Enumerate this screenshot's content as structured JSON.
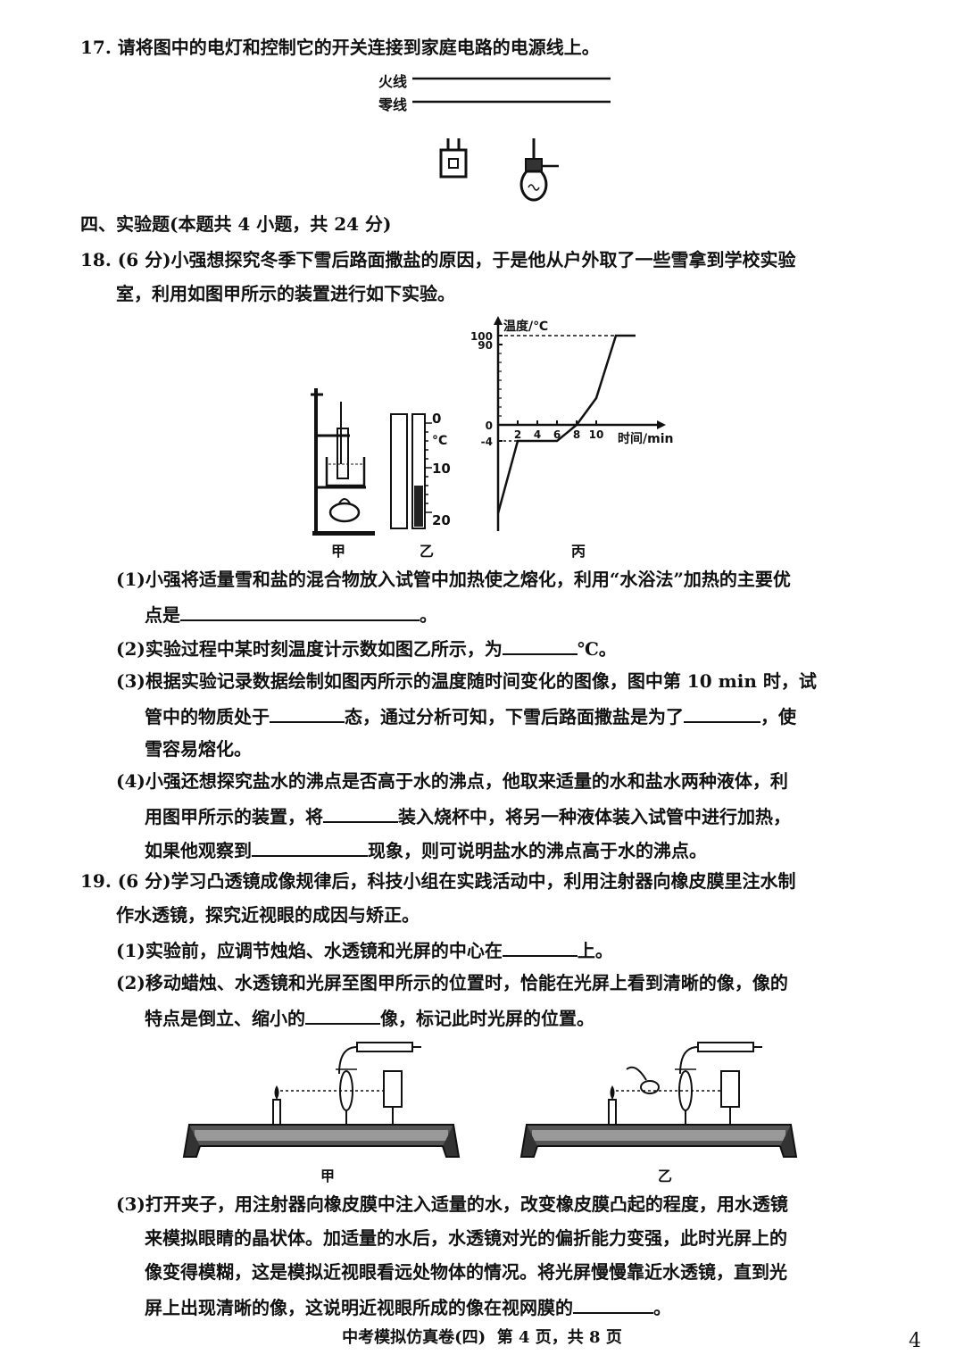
{
  "q17": {
    "text": "17. 请将图中的电灯和控制它的开关连接到家庭电路的电源线上。",
    "live_wire": "火线",
    "neutral_wire": "零线"
  },
  "section4": {
    "heading": "四、实验题(本题共 4 小题，共 24 分)"
  },
  "q18": {
    "line1": "18. (6 分)小强想探究冬季下雪后路面撒盐的原因，于是他从户外取了一些雪拿到学校实验",
    "line2": "室，利用如图甲所示的装置进行如下实验。",
    "fig_labels": {
      "jia": "甲",
      "yi": "乙",
      "bing": "丙"
    },
    "thermometer": {
      "t0": "0",
      "unit": "°C",
      "t10": "10",
      "t20": "20"
    },
    "p1_a": "(1)小强将适量雪和盐的混合物放入试管中加热使之熔化，利用“水浴法”加热的主要优",
    "p1_b": "点是",
    "p1_end": "。",
    "p2_a": "(2)实验过程中某时刻温度计示数如图乙所示，为",
    "p2_b": "℃。",
    "p3_a": "(3)根据实验记录数据绘制如图丙所示的温度随时间变化的图像，图中第 10 min 时，试",
    "p3_b1": "管中的物质处于",
    "p3_b2": "态，通过分析可知，下雪后路面撒盐是为了",
    "p3_b3": "，使",
    "p3_c": "雪容易熔化。",
    "p4_a": "(4)小强还想探究盐水的沸点是否高于水的沸点，他取来适量的水和盐水两种液体，利",
    "p4_b1": "用图甲所示的装置，将",
    "p4_b2": "装入烧杯中，将另一种液体装入试管中进行加热，",
    "p4_c1": "如果他观察到",
    "p4_c2": "现象，则可说明盐水的沸点高于水的沸点。"
  },
  "chart_data": {
    "type": "line",
    "ylabel": "温度/℃",
    "xlabel": "时间/min",
    "y_ticks": [
      "100",
      "90",
      "0",
      "-4"
    ],
    "x_ticks": [
      "2",
      "4",
      "6",
      "8",
      "10"
    ],
    "series": [
      {
        "x": [
          0,
          2,
          4,
          6,
          8,
          10,
          12,
          14
        ],
        "y": [
          -22,
          -4,
          -4,
          -4,
          0,
          30,
          100,
          100
        ]
      }
    ]
  },
  "q19": {
    "line1": "19. (6 分)学习凸透镜成像规律后，科技小组在实践活动中，利用注射器向橡皮膜里注水制",
    "line2": "作水透镜，探究近视眼的成因与矫正。",
    "p1_a": "(1)实验前，应调节烛焰、水透镜和光屏的中心在",
    "p1_b": "上。",
    "p2_a": "(2)移动蜡烛、水透镜和光屏至图甲所示的位置时，恰能在光屏上看到清晰的像，像的",
    "p2_b1": "特点是倒立、缩小的",
    "p2_b2": "像，标记此时光屏的位置。",
    "fig_labels": {
      "jia": "甲",
      "yi": "乙"
    },
    "p3_a": "(3)打开夹子，用注射器向橡皮膜中注入适量的水，改变橡皮膜凸起的程度，用水透镜",
    "p3_b": "来模拟眼睛的晶状体。加适量的水后，水透镜对光的偏折能力变强，此时光屏上的",
    "p3_c": "像变得模糊，这是模拟近视眼看远处物体的情况。将光屏慢慢靠近水透镜，直到光",
    "p3_d1": "屏上出现清晰的像，这说明近视眼所成的像在视网膜的",
    "p3_d2": "。"
  },
  "footer": {
    "text": "中考模拟仿真卷(四)  第 4 页，共 8 页",
    "page_mark": "4"
  }
}
